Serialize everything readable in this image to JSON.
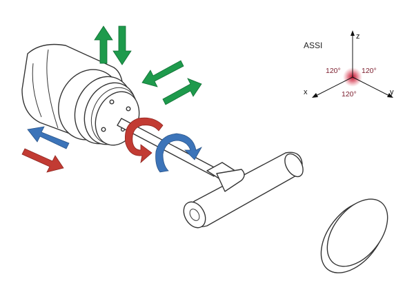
{
  "axes": {
    "title": "ASSI",
    "z_label": "z",
    "y_label": "y",
    "x_label": "x",
    "angle_left": "120°",
    "angle_right": "120°",
    "angle_bottom": "120°"
  },
  "colors": {
    "green_arrow": "#1e9a4c",
    "blue_arrow": "#3c74b9",
    "red_arrow": "#c23b33",
    "origin_glow": "#c8102e",
    "outline": "#333333"
  },
  "icons": {
    "translation_vertical": "double-arrow-vertical-icon",
    "translation_diagonal": "double-arrow-diagonal-icon",
    "translation_axial": "double-arrow-axial-icon",
    "rotation_red": "curved-arrow-rotation-icon",
    "rotation_blue": "curved-arrow-rotation-icon"
  }
}
